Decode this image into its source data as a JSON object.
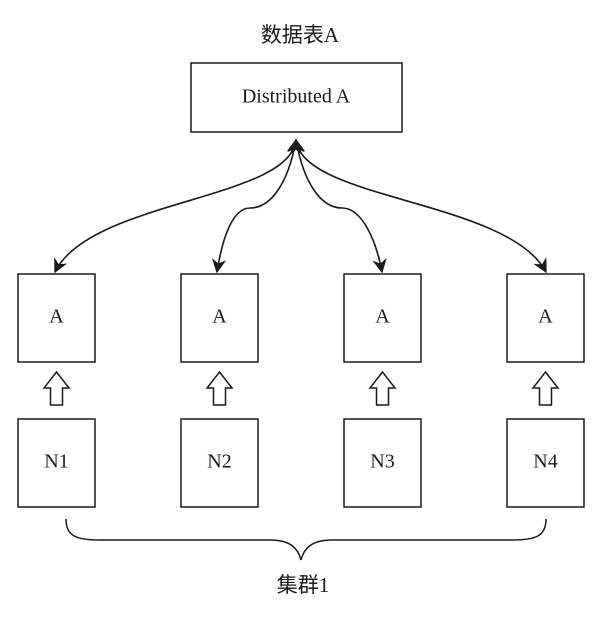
{
  "table_title": "数据表A",
  "distributed_label": "Distributed A",
  "nodes": [
    {
      "replica_label": "A",
      "node_label": "N1"
    },
    {
      "replica_label": "A",
      "node_label": "N2"
    },
    {
      "replica_label": "A",
      "node_label": "N3"
    },
    {
      "replica_label": "A",
      "node_label": "N4"
    }
  ],
  "cluster_label": "集群1",
  "colors": {
    "line": "#1a1a1a",
    "background": "#ffffff"
  }
}
